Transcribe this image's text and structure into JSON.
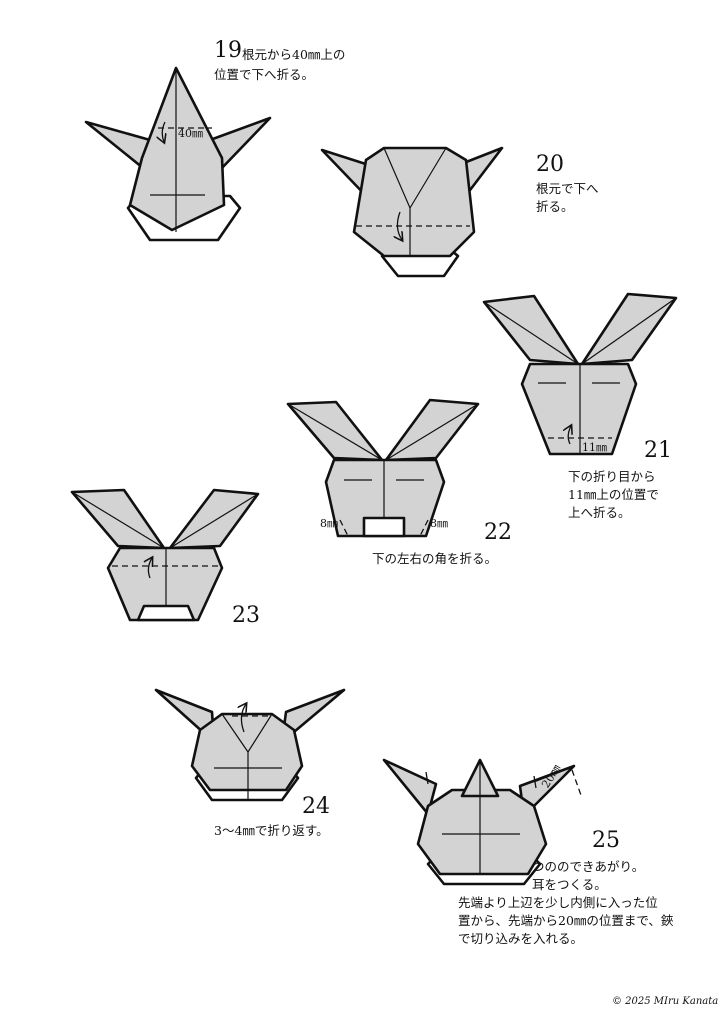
{
  "steps": [
    {
      "number": "19",
      "lines": [
        "根元から40㎜上の",
        "位置で下へ折る。"
      ],
      "measure": "40㎜"
    },
    {
      "number": "20",
      "lines": [
        "根元で下へ",
        "折る。"
      ]
    },
    {
      "number": "21",
      "lines": [
        "下の折り目から",
        "11㎜上の位置で",
        "上へ折る。"
      ],
      "measure": "11㎜"
    },
    {
      "number": "22",
      "lines": [
        "下の左右の角を折る。"
      ],
      "measure_left": "8㎜",
      "measure_right": "8㎜"
    },
    {
      "number": "23"
    },
    {
      "number": "24",
      "lines": [
        "3〜4㎜で折り返す。"
      ]
    },
    {
      "number": "25",
      "lines": [
        "つののできあがり。",
        "耳をつくる。",
        "先端より上辺を少し内側に入った位",
        "置から、先端から20㎜の位置まで、鋏",
        "で切り込みを入れる。"
      ],
      "measure": "20㎜"
    }
  ],
  "copyright": "© 2025 MIru Kanata",
  "colors": {
    "paper": "#d3d3d3",
    "line": "#111111",
    "background": "#ffffff"
  }
}
